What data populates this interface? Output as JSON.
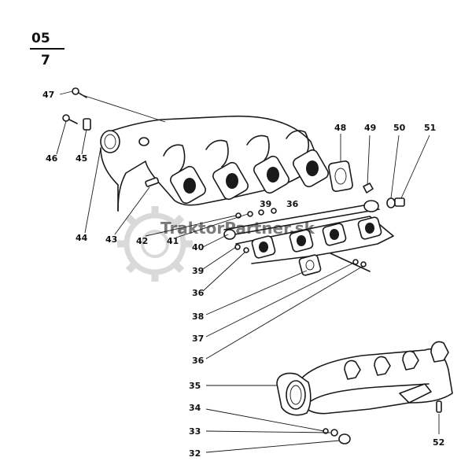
{
  "sheet": {
    "number": "05",
    "sub": "7"
  },
  "watermark": {
    "text": "TraktorPartner.sk",
    "color": "#e8a090"
  },
  "callouts": [
    "47",
    "46",
    "45",
    "44",
    "43",
    "42",
    "41",
    "40",
    "39",
    "36",
    "38",
    "37",
    "36",
    "35",
    "34",
    "33",
    "32",
    "48",
    "49",
    "50",
    "51",
    "39",
    "36",
    "52"
  ]
}
